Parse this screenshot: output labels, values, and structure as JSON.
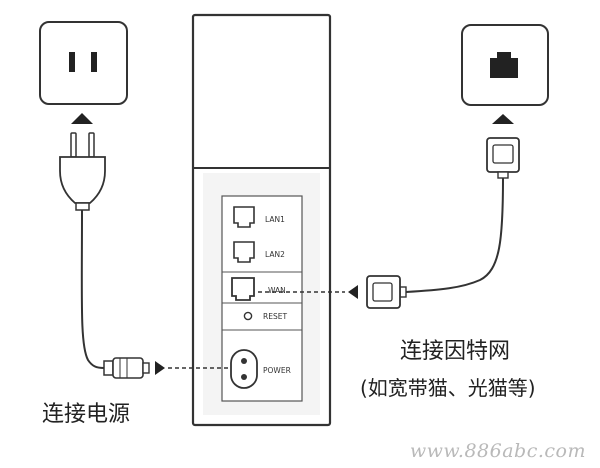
{
  "ports": {
    "lan1": "LAN1",
    "lan2": "LAN2",
    "wan": "WAN",
    "reset": "RESET",
    "power": "POWER"
  },
  "labels": {
    "power_connection": "连接电源",
    "internet_connection": "连接因特网",
    "internet_examples": "(如宽带猫、光猫等)"
  },
  "watermark": "www.886abc.com",
  "icons": {
    "wall_socket": "power-outlet-icon",
    "plug": "power-plug-icon",
    "ethernet_jack": "ethernet-wall-jack-icon",
    "rj45": "rj45-connector-icon",
    "arrow": "arrow-icon"
  },
  "colors": {
    "line": "#333333",
    "device_fill": "#ffffff",
    "back_panel": "#f4f4f4"
  }
}
